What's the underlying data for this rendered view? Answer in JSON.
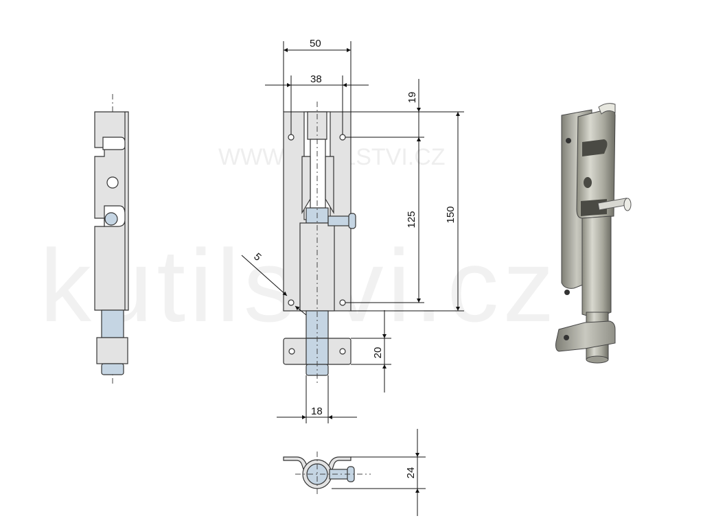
{
  "watermark": {
    "large_text": "kutilstvi.cz",
    "small_text": "WWW.KUTILSTVI.CZ"
  },
  "dimensions": {
    "overall_width": "50",
    "hole_spacing_width": "38",
    "top_offset": "19",
    "hole_spacing_height": "125",
    "overall_height": "150",
    "hole_diameter": "5",
    "keeper_height": "20",
    "bolt_diameter": "18",
    "profile_depth": "24"
  },
  "colors": {
    "steel": "#e3e3e3",
    "bolt": "#c5d5e3",
    "line": "#333333"
  }
}
